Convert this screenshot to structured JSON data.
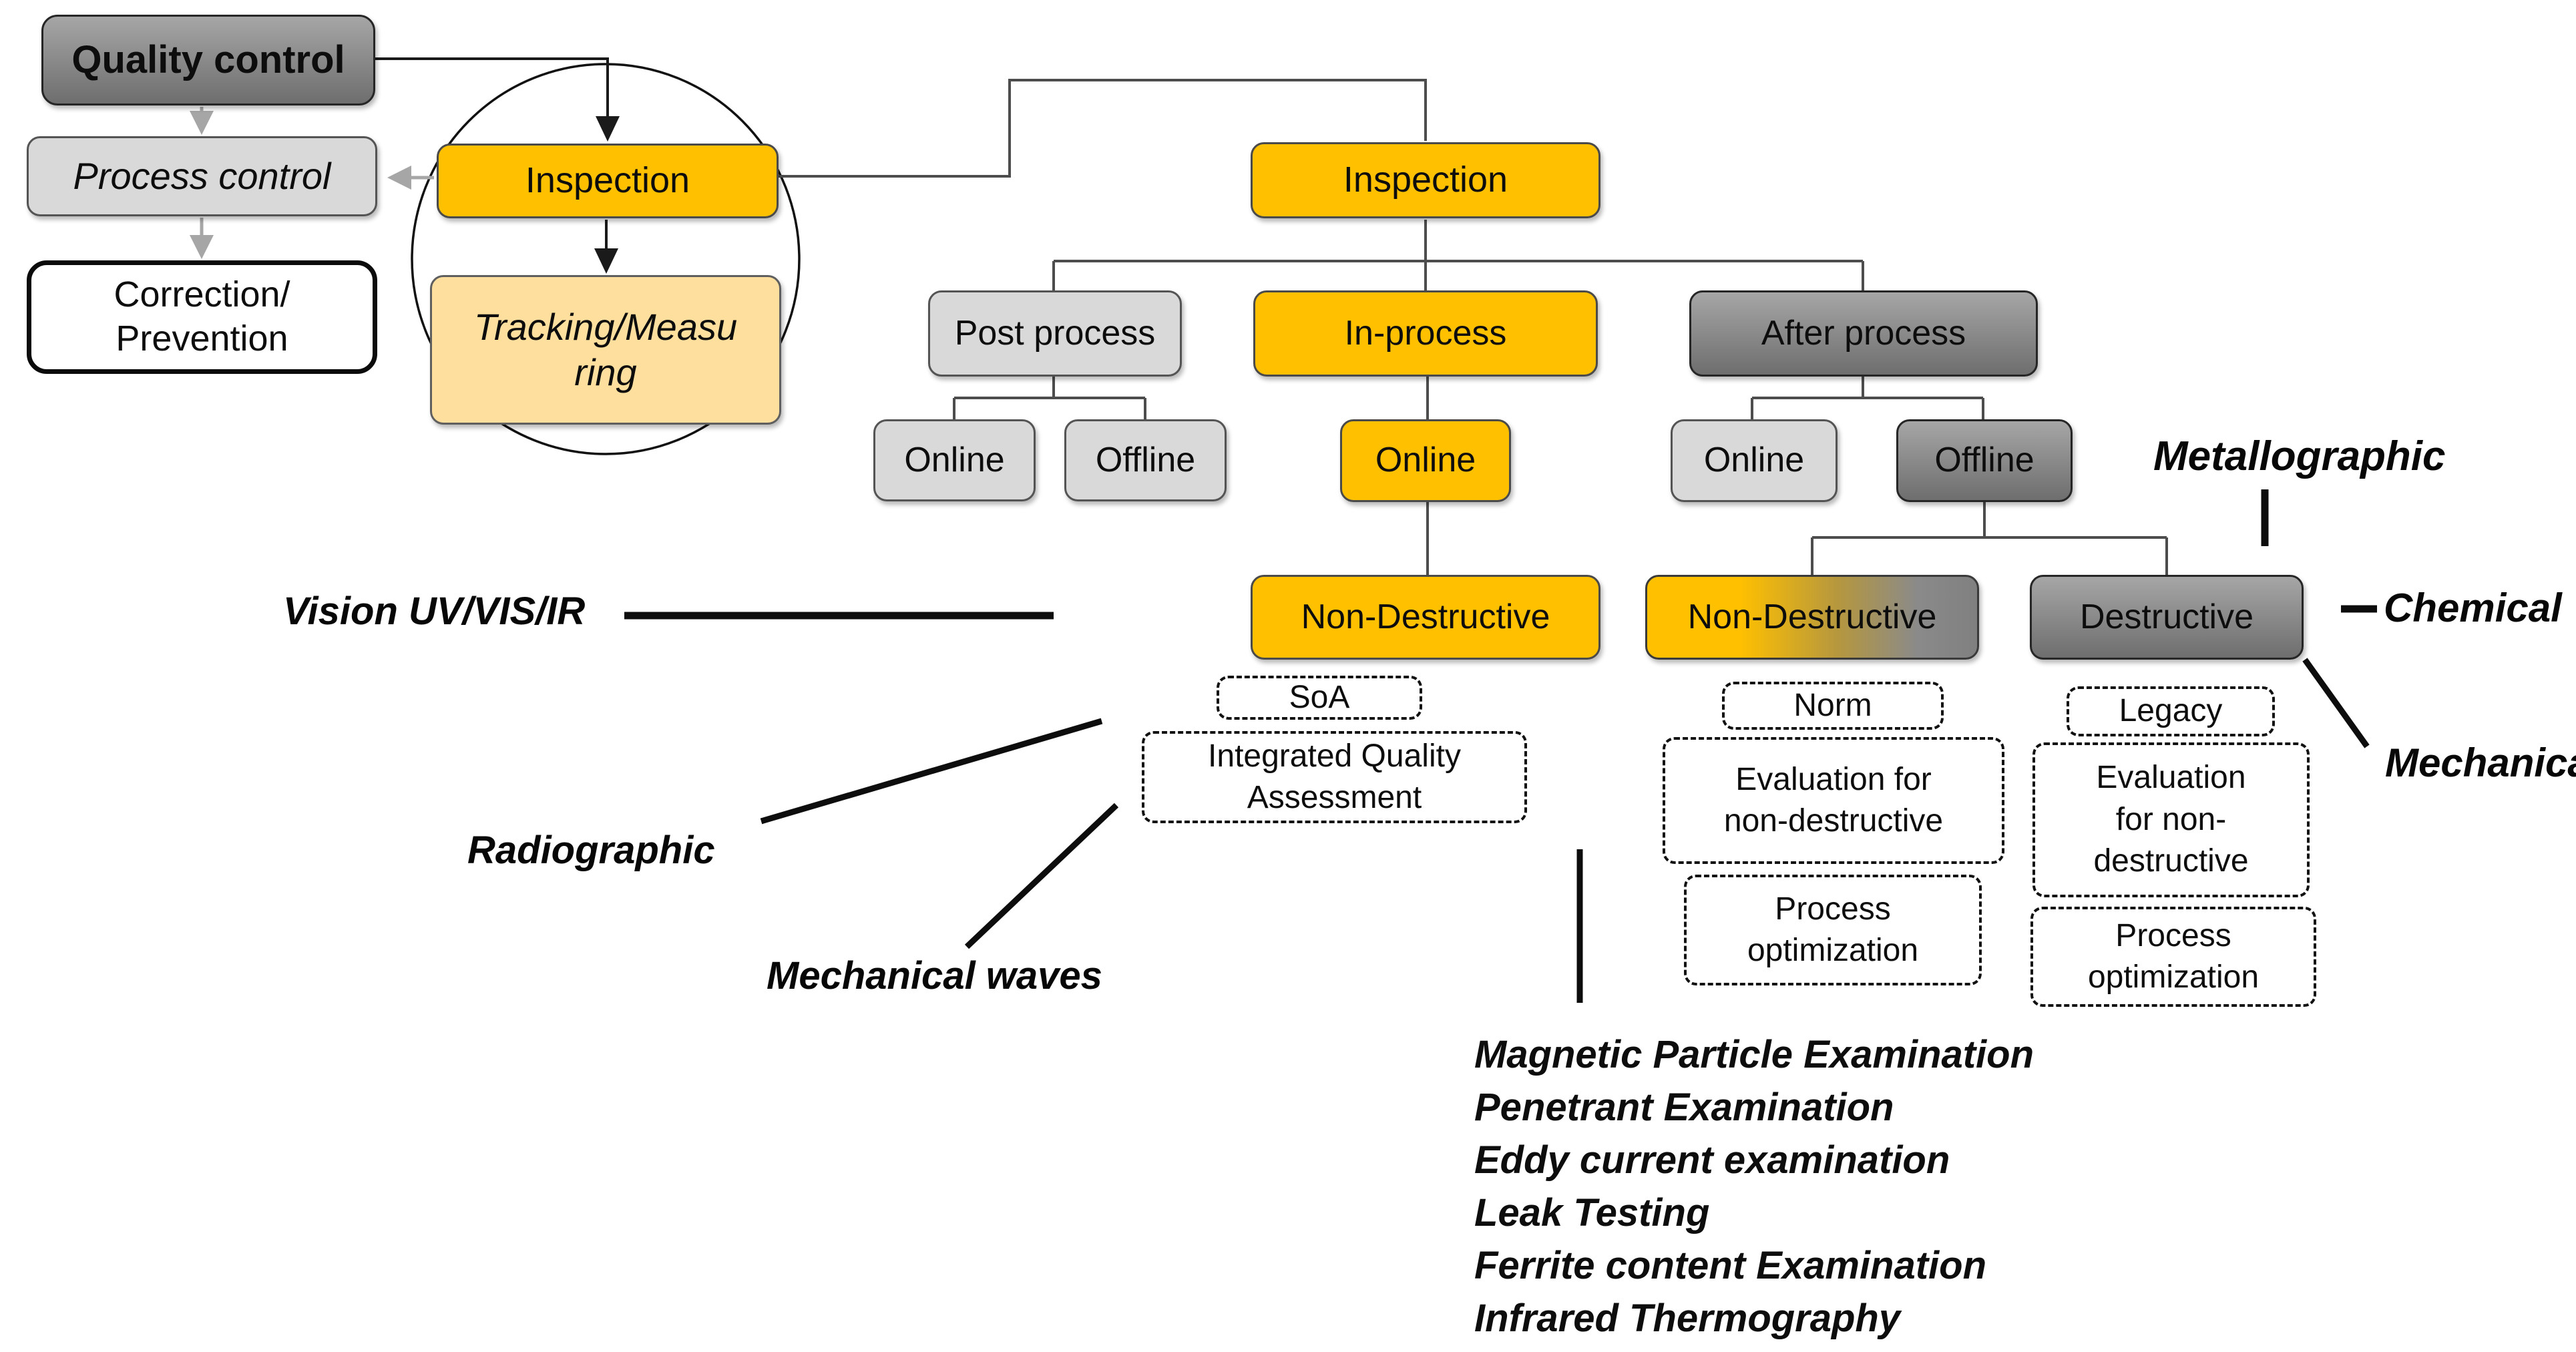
{
  "colors": {
    "orange": "#ffc000",
    "light_orange": "#ffdf9e",
    "light_gray": "#d9d9d9",
    "dark_gray": "#808080",
    "connector_gray": "#4d4d4d",
    "soft_arrow_gray": "#a6a6a6",
    "ink": "#0d0d0d"
  },
  "nodes": {
    "quality_control": "Quality control",
    "process_control": "Process control",
    "correction_prevention": "Correction/\nPrevention",
    "inspection_loop": "Inspection",
    "tracking_measuring": "Tracking/Measu\nring",
    "inspection_root": "Inspection",
    "post_process": "Post process",
    "in_process": "In-process",
    "after_process": "After process",
    "post_online": "Online",
    "post_offline": "Offline",
    "in_online": "Online",
    "after_online": "Online",
    "after_offline": "Offline",
    "in_non_destructive": "Non-Destructive",
    "after_non_destructive": "Non-Destructive",
    "after_destructive": "Destructive"
  },
  "dashed_notes": {
    "soa": "SoA",
    "integrated_quality": "Integrated Quality\nAssessment",
    "norm": "Norm",
    "evaluation_nd_center": "Evaluation for\nnon-destructive",
    "process_opt_center": "Process\noptimization",
    "legacy": "Legacy",
    "evaluation_nd_right": "Evaluation\nfor non-\ndestructive",
    "process_opt_right": "Process\noptimization"
  },
  "annotations": {
    "vision": "Vision UV/VIS/IR",
    "radiographic": "Radiographic",
    "mechanical_waves": "Mechanical waves",
    "metallographic": "Metallographic",
    "chemical": "Chemical",
    "mechanical": "Mechanical"
  },
  "ndt_methods": [
    "Magnetic Particle Examination",
    "Penetrant Examination",
    "Eddy current examination",
    "Leak Testing",
    "Ferrite content Examination",
    "Infrared Thermography"
  ]
}
